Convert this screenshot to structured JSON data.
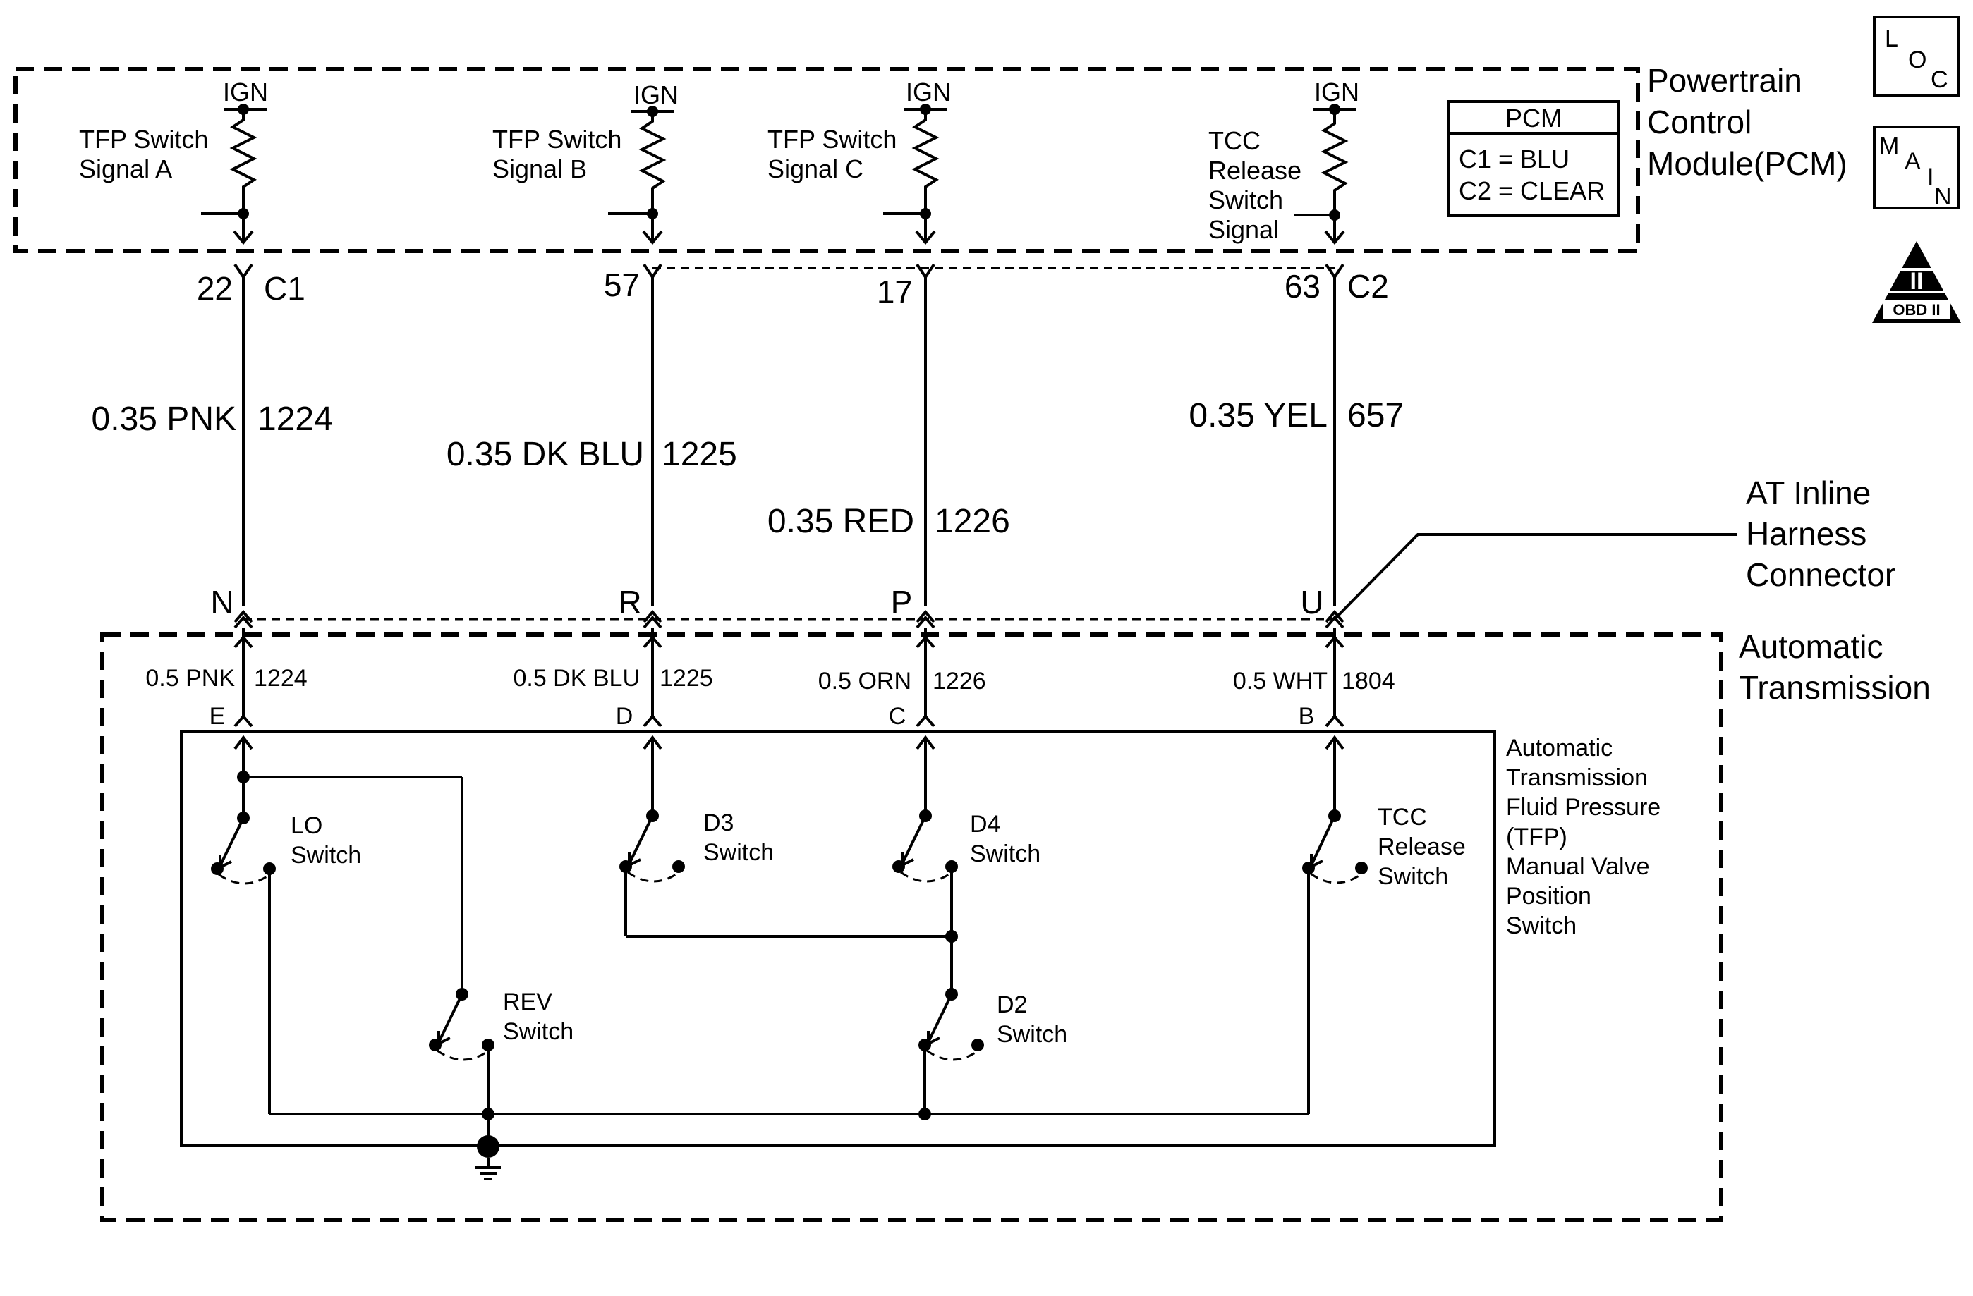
{
  "pcm": {
    "title_lines": [
      "Powertrain",
      "Control",
      "Module(PCM)"
    ],
    "table_header": "PCM",
    "table_rows": [
      "C1 = BLU",
      "C2 = CLEAR"
    ],
    "circuits": [
      {
        "ign": "IGN",
        "signal_lines": [
          "TFP Switch",
          "Signal A"
        ],
        "pin": "22",
        "connector": "C1"
      },
      {
        "ign": "IGN",
        "signal_lines": [
          "TFP Switch",
          "Signal B"
        ],
        "pin": "57",
        "connector": ""
      },
      {
        "ign": "IGN",
        "signal_lines": [
          "TFP Switch",
          "Signal C"
        ],
        "pin": "17",
        "connector": ""
      },
      {
        "ign": "IGN",
        "signal_lines": [
          "TCC",
          "Release",
          "Switch",
          "Signal"
        ],
        "pin": "63",
        "connector": "C2"
      }
    ]
  },
  "icons": {
    "loc": [
      "L",
      "O",
      "C"
    ],
    "main": [
      "M",
      "A",
      "I",
      "N"
    ],
    "obd": {
      "numeral": "II",
      "label": "OBD II"
    }
  },
  "wires_upper": [
    {
      "gauge_color": "0.35 PNK",
      "circuit": "1224"
    },
    {
      "gauge_color": "0.35 DK BLU",
      "circuit": "1225"
    },
    {
      "gauge_color": "0.35 RED",
      "circuit": "1226"
    },
    {
      "gauge_color": "0.35 YEL",
      "circuit": "657"
    }
  ],
  "inline_connector": {
    "label_lines": [
      "AT Inline",
      "Harness",
      "Connector"
    ],
    "pins": [
      "N",
      "R",
      "P",
      "U"
    ]
  },
  "wires_lower": [
    {
      "gauge_color": "0.5 PNK",
      "circuit": "1224",
      "pin": "E"
    },
    {
      "gauge_color": "0.5 DK BLU",
      "circuit": "1225",
      "pin": "D"
    },
    {
      "gauge_color": "0.5 ORN",
      "circuit": "1226",
      "pin": "C"
    },
    {
      "gauge_color": "0.5 WHT",
      "circuit": "1804",
      "pin": "B"
    }
  ],
  "transmission": {
    "title_lines": [
      "Automatic",
      "Transmission"
    ],
    "switch_assembly_lines": [
      "Automatic",
      "Transmission",
      "Fluid Pressure",
      "(TFP)",
      "Manual Valve",
      "Position",
      "Switch"
    ]
  },
  "switches": {
    "lo": [
      "LO",
      "Switch"
    ],
    "d3": [
      "D3",
      "Switch"
    ],
    "d4": [
      "D4",
      "Switch"
    ],
    "tcc": [
      "TCC",
      "Release",
      "Switch"
    ],
    "rev": [
      "REV",
      "Switch"
    ],
    "d2": [
      "D2",
      "Switch"
    ]
  }
}
